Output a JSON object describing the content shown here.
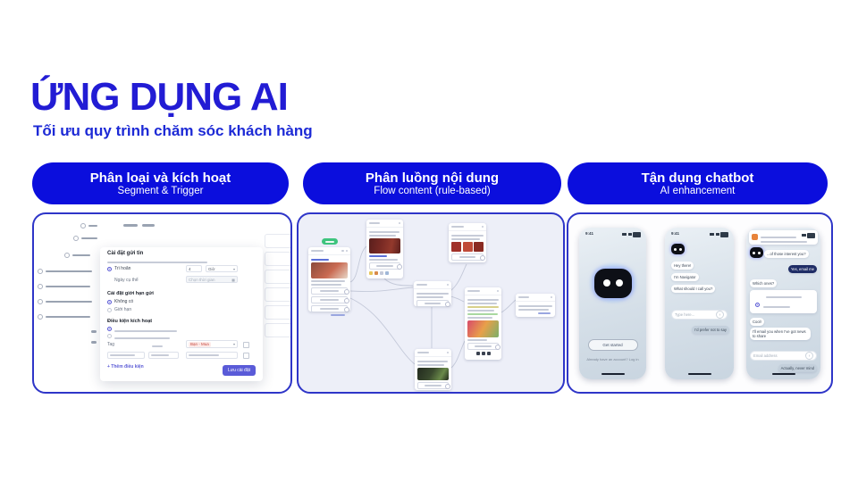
{
  "header": {
    "title": "ỨNG DỤNG AI",
    "subtitle": "Tối ưu quy trình chăm sóc khách hàng"
  },
  "colors": {
    "title_blue": "#221cd4",
    "pill_blue": "#0b0edd",
    "panel_border": "#2e35c8",
    "modal_accent": "#5b5bd6",
    "flow_start_green": "#3ec47e",
    "navy_bubble": "#1f2d66"
  },
  "pills": [
    {
      "title": "Phân loại và kích hoạt",
      "subtitle": "Segment & Trigger"
    },
    {
      "title": "Phân luồng nội dung",
      "subtitle": "Flow content (rule-based)"
    },
    {
      "title": "Tận dụng chatbot",
      "subtitle": "AI enhancement"
    }
  ],
  "panel1": {
    "modal": {
      "title": "Cài đặt gửi tin",
      "option_delay": "Trì hoãn",
      "delay_value": "4",
      "delay_unit": "Giờ",
      "option_date": "Ngày cụ thể",
      "date_placeholder": "Chọn thời gian",
      "section_limit": "Cài đặt giới hạn gửi",
      "limit_none": "Không có",
      "limit_has": "Giới hạn",
      "section_condition": "Điều kiện kích hoạt",
      "tag_header": "Tag",
      "condition_chip": "Bạn - Mua",
      "add_condition": "+ Thêm điều kiện",
      "save": "Lưu cài đặt"
    }
  },
  "panel3": {
    "phone1": {
      "time": "9:41",
      "button": "Get started",
      "footer": "Already have an account? Log in"
    },
    "phone2": {
      "time": "9:41",
      "bubbles": [
        "Hey there!",
        "I'm Navigator",
        "What should I call you?"
      ],
      "input_placeholder": "Type here...",
      "send_icon": "↑",
      "reply": "I'd prefer not to say"
    },
    "phone3": {
      "time": "9:41",
      "bot_bubble": "...of those interest you?",
      "user_bubble": "Yes, email me",
      "bubble2": "Which ones?",
      "bubble3": "Cool!",
      "bubble4": "I'll email you when I've got news to share",
      "input_placeholder": "Email address",
      "send_icon": "↑",
      "reply": "Actually, never mind"
    }
  }
}
